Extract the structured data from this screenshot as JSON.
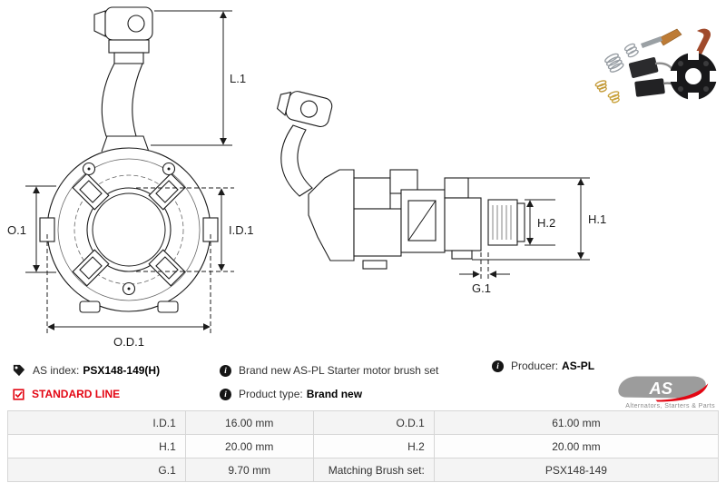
{
  "drawing": {
    "dims": {
      "l1": "L.1",
      "o1": "O.1",
      "id1": "I.D.1",
      "od1": "O.D.1",
      "h1": "H.1",
      "h2": "H.2",
      "g1": "G.1"
    }
  },
  "info": {
    "as_index_label": "AS index:",
    "as_index_value": "PSX148-149(H)",
    "standard_line": "STANDARD LINE",
    "description": "Brand new AS-PL Starter motor brush set",
    "product_type_label": "Product type:",
    "product_type_value": "Brand new",
    "producer_label": "Producer:",
    "producer_value": "AS-PL",
    "logo_text": "AS",
    "logo_tagline": "Alternators, Starters & Parts"
  },
  "table": {
    "rows": [
      {
        "label_left": "I.D.1",
        "value_left": "16.00 mm",
        "label_right": "O.D.1",
        "value_right": "61.00 mm"
      },
      {
        "label_left": "H.1",
        "value_left": "20.00 mm",
        "label_right": "H.2",
        "value_right": "20.00 mm"
      },
      {
        "label_left": "G.1",
        "value_left": "9.70 mm",
        "label_right": "Matching Brush set:",
        "value_right": "PSX148-149"
      }
    ]
  },
  "colors": {
    "accent_red": "#e30613",
    "line": "#1c1c1c",
    "logo_gray": "#9c9c9c",
    "table_border": "#d6d6d6"
  }
}
